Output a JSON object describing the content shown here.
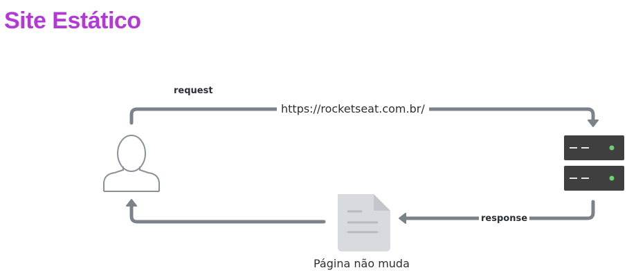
{
  "title": "Site Estático",
  "request_label": "request",
  "url": "https://rocketseat.com.br/",
  "response_label": "response",
  "page_caption": "Página não muda",
  "colors": {
    "title": "#b239d6",
    "arrow": "#7c828a",
    "server": "#3f3f3f",
    "server_led": "#6fce6f",
    "user_stroke": "#8a9099",
    "document": "#d9dadf"
  },
  "icons": {
    "client": "user-icon",
    "server": "server-icon",
    "page": "document-icon"
  }
}
